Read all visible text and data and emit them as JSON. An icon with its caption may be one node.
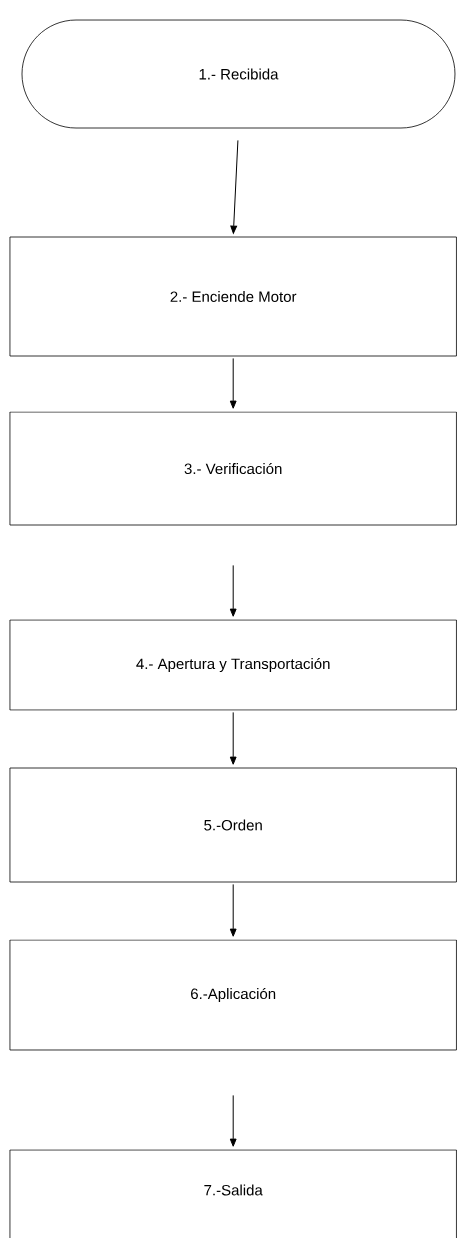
{
  "diagram": {
    "nodes": [
      {
        "text": [
          "1.- Recibida"
        ]
      },
      {
        "text": [
          "2.- Enciende Motor"
        ]
      },
      {
        "text": [
          "3.- Verificación"
        ]
      },
      {
        "text": [
          "4.- Apertura y Transportación"
        ]
      },
      {
        "text": [
          "5.-Orden"
        ]
      },
      {
        "text": [
          "6.-Aplicación"
        ]
      },
      {
        "text": [
          "7.-Salida"
        ]
      }
    ],
    "edges": [
      {
        "from": 0,
        "to": 1,
        "arrow": "to"
      },
      {
        "from": 1,
        "to": 2,
        "arrow": "to"
      },
      {
        "from": 2,
        "to": 3,
        "arrow": "to"
      },
      {
        "from": 3,
        "to": 4,
        "arrow": "to"
      },
      {
        "from": 4,
        "to": 5,
        "arrow": "to"
      },
      {
        "from": 5,
        "to": 6,
        "arrow": "to"
      }
    ]
  }
}
